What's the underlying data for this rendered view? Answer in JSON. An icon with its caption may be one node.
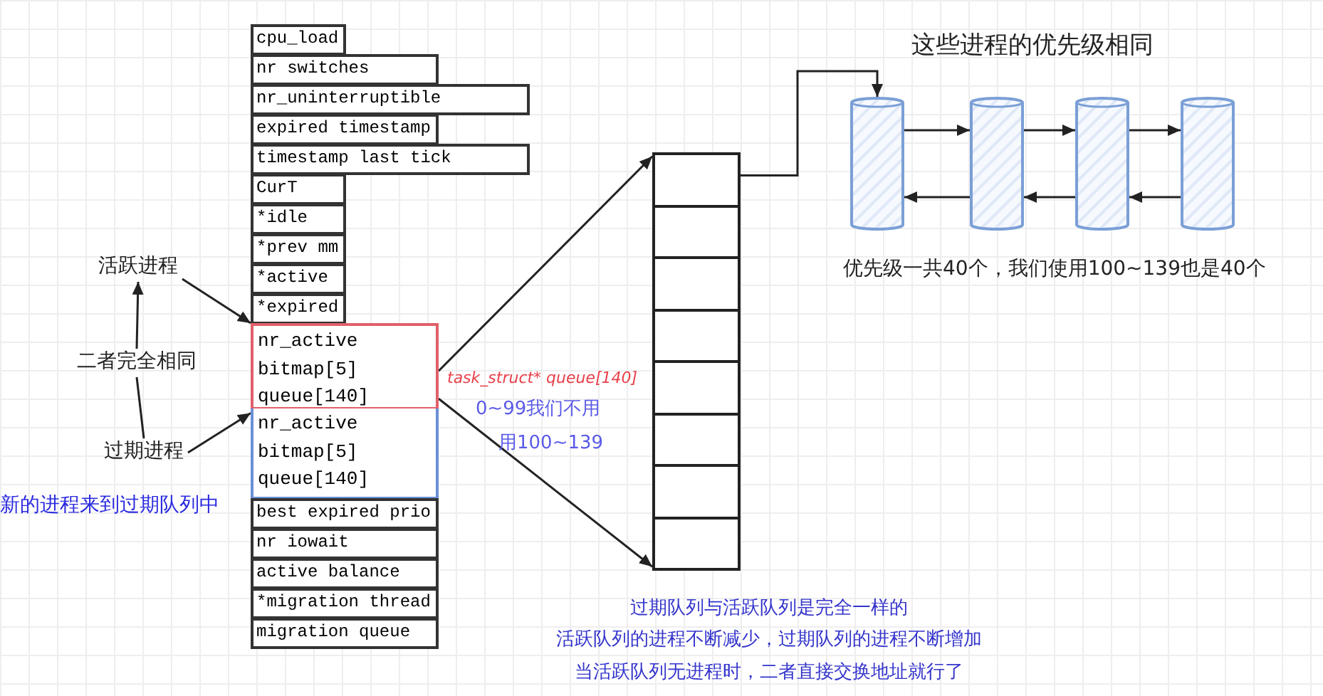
{
  "diagram": {
    "title": "这些进程的优先级相同",
    "nodes": [
      {
        "text": [
          "cpu_load"
        ]
      },
      {
        "text": [
          "nr switches"
        ]
      },
      {
        "text": [
          "nr_uninterruptible"
        ]
      },
      {
        "text": [
          "expired timestamp"
        ]
      },
      {
        "text": [
          "timestamp last tick"
        ]
      },
      {
        "text": [
          "CurT"
        ]
      },
      {
        "text": [
          "*idle"
        ]
      },
      {
        "text": [
          "*prev mm"
        ]
      },
      {
        "text": [
          "*active"
        ]
      },
      {
        "text": [
          "*expired"
        ]
      },
      {
        "text": [
          "nr_active",
          "bitmap[5]",
          "queue[140]"
        ]
      },
      {
        "text": [
          "nr_active",
          "bitmap[5]",
          "queue[140]"
        ]
      },
      {
        "text": [
          "best expired prio"
        ]
      },
      {
        "text": [
          "nr iowait"
        ]
      },
      {
        "text": [
          "active balance"
        ]
      },
      {
        "text": [
          "*migration thread"
        ]
      },
      {
        "text": [
          "migration queue"
        ]
      },
      {
        "text": [
          "活跃进程"
        ]
      },
      {
        "text": [
          "二者完全相同"
        ]
      },
      {
        "text": [
          "过期进程"
        ]
      },
      {
        "text": [],
        "shape": "box"
      },
      {
        "text": [],
        "shape": "cylinder"
      },
      {
        "text": [],
        "shape": "cylinder"
      },
      {
        "text": [],
        "shape": "cylinder"
      },
      {
        "text": [],
        "shape": "cylinder"
      }
    ],
    "edges": [
      {
        "from": 17,
        "to": 10,
        "arrow": "to"
      },
      {
        "from": 18,
        "to": 17,
        "arrow": "to"
      },
      {
        "from": 18,
        "to": 19,
        "arrow": "none"
      },
      {
        "from": 19,
        "to": 11,
        "arrow": "to"
      },
      {
        "from": 10,
        "to": 20,
        "arrow": "to"
      },
      {
        "from": 10,
        "to": 20,
        "arrow": "to"
      },
      {
        "from": 20,
        "to": 21,
        "arrow": "to"
      },
      {
        "from": 21,
        "to": 22,
        "arrow": "to"
      },
      {
        "from": 22,
        "to": 23,
        "arrow": "to"
      },
      {
        "from": 23,
        "to": 24,
        "arrow": "to"
      },
      {
        "from": 22,
        "to": 21,
        "arrow": "to"
      },
      {
        "from": 23,
        "to": 22,
        "arrow": "to"
      },
      {
        "from": 24,
        "to": 23,
        "arrow": "to"
      }
    ],
    "labels": [
      "task_struct* queue[140]",
      "0~99我们不用",
      "用100~139",
      "优先级一共40个，我们使用100~139也是40个",
      "新的进程来到过期队列中",
      "过期队列与活跃队列是完全一样的",
      "活跃队列的进程不断减少，过期队列的进程不断增加",
      "当活跃队列无进程时，二者直接交换地址就行了"
    ]
  }
}
